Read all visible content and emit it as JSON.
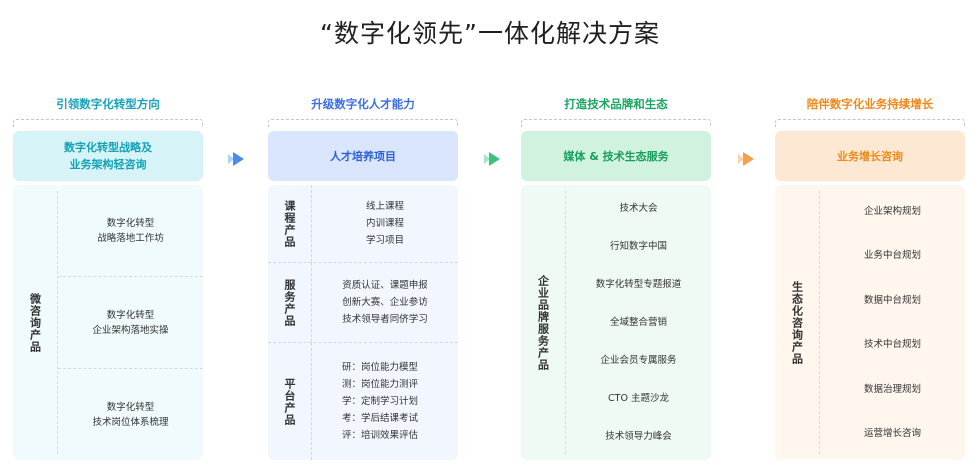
{
  "title": "“数字化领先”一体化解决方案",
  "colors": {
    "teal": "#16a2b5",
    "blue": "#2f61d5",
    "green": "#16a05b",
    "orange": "#ef8a18"
  },
  "columns": [
    {
      "subtitle": "引领数字化转型方向",
      "header_line1": "数字化转型战略及",
      "header_line2": "业务架构轻咨询",
      "side_label": "微咨询产品",
      "items": [
        {
          "line1": "数字化转型",
          "line2": "战略落地工作坊"
        },
        {
          "line1": "数字化转型",
          "line2": "企业架构落地实操"
        },
        {
          "line1": "数字化转型",
          "line2": "技术岗位体系梳理"
        }
      ]
    },
    {
      "subtitle": "升级数字化人才能力",
      "header": "人才培养项目",
      "groups": [
        {
          "label": "课程产品",
          "lines": [
            "线上课程",
            "内训课程",
            "学习项目"
          ]
        },
        {
          "label": "服务产品",
          "lines": [
            "资质认证、课题申报",
            "创新大赛、企业参访",
            "技术领导者同侪学习"
          ]
        },
        {
          "label": "平台产品",
          "lines": [
            "研：岗位能力模型",
            "测：岗位能力测评",
            "学：定制学习计划",
            "考：学后结课考试",
            "评：培训效果评估"
          ]
        }
      ]
    },
    {
      "subtitle": "打造技术品牌和生态",
      "header": "媒体 & 技术生态服务",
      "side_label": "企业品牌服务产品",
      "items": [
        "技术大会",
        "行知数字中国",
        "数字化转型专题报道",
        "全域整合营销",
        "企业会员专属服务",
        "CTO 主题沙龙",
        "技术领导力峰会"
      ]
    },
    {
      "subtitle": "陪伴数字化业务持续增长",
      "header": "业务增长咨询",
      "side_label": "生态化咨询产品",
      "items": [
        "企业架构规划",
        "业务中台规划",
        "数据中台规划",
        "技术中台规划",
        "数据治理规划",
        "运营增长咨询"
      ]
    }
  ]
}
